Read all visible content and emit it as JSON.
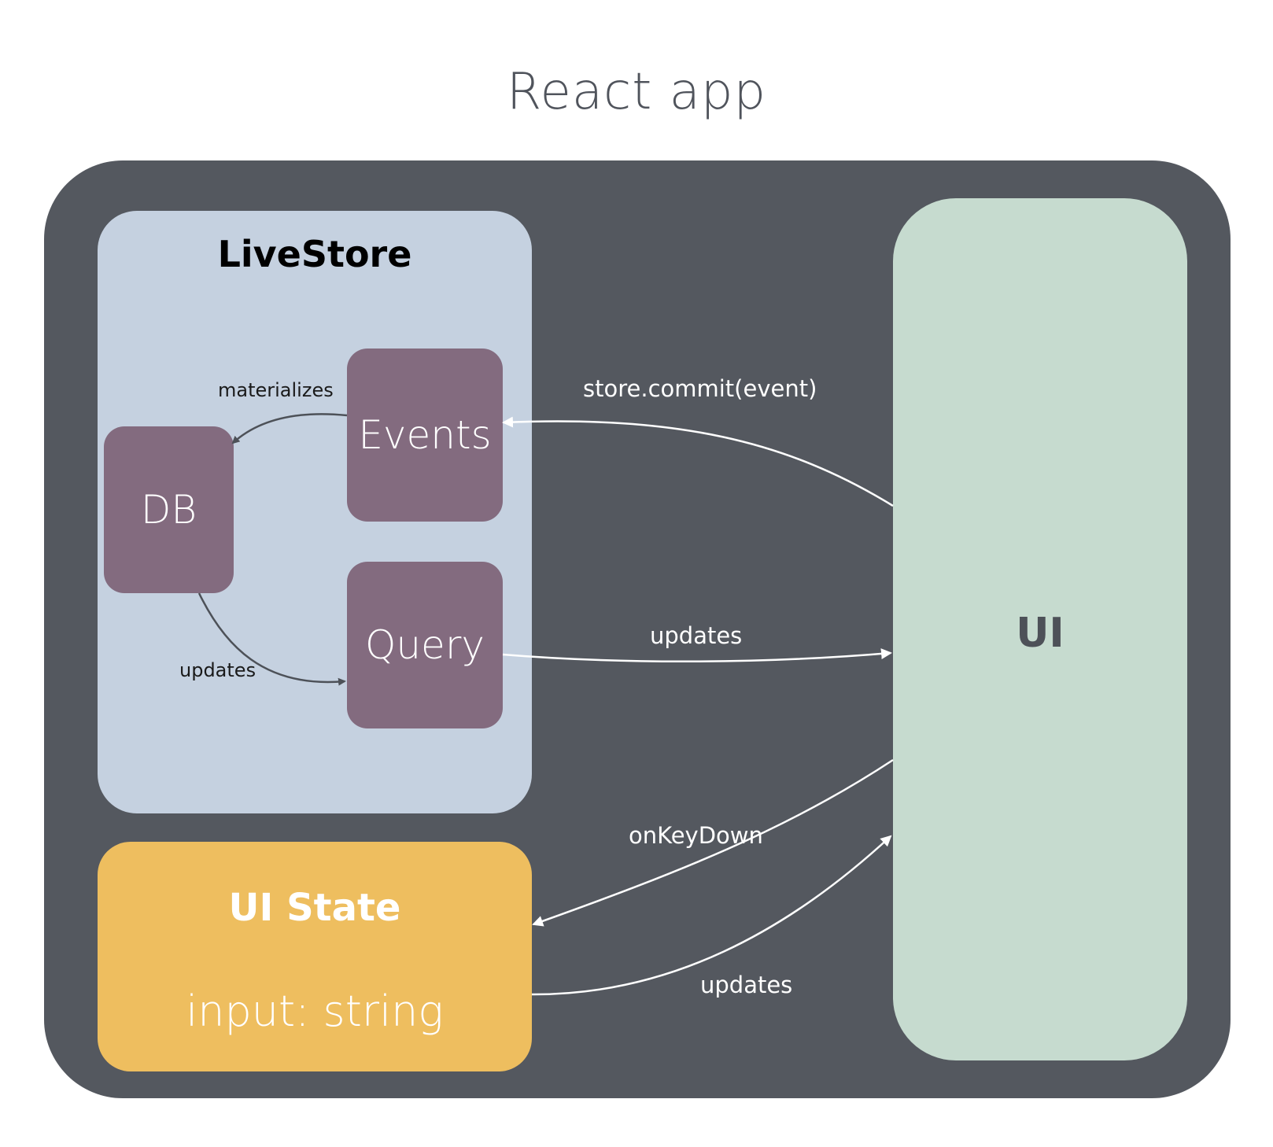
{
  "title": "React app",
  "livestore": {
    "title": "LiveStore",
    "events_label": "Events",
    "db_label": "DB",
    "query_label": "Query"
  },
  "ui": {
    "title": "UI"
  },
  "ui_state": {
    "title": "UI State",
    "field": "input: string"
  },
  "edges": {
    "materializes": "materializes",
    "db_updates": "updates",
    "commit": "store.commit(event)",
    "query_updates": "updates",
    "on_key_down": "onKeyDown",
    "state_updates": "updates"
  },
  "colors": {
    "frame": "#54585f",
    "livestore": "#c5d1e0",
    "node": "#836b7f",
    "ui": "#c6dbcf",
    "ui_state": "#eebe5f"
  }
}
